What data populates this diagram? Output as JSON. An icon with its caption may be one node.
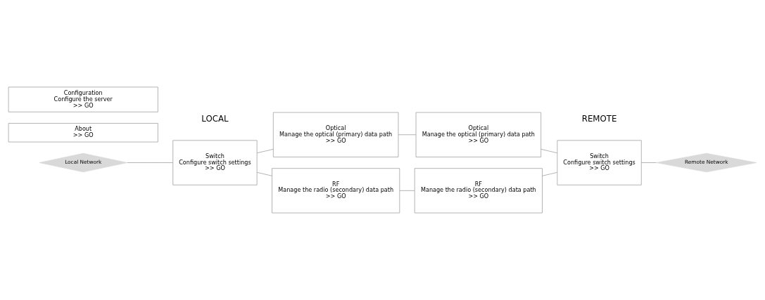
{
  "diagram": {
    "nodes": [
      {
        "text": [
          "Local Network"
        ]
      },
      {
        "text": [
          "Switch",
          "Configure switch settings",
          ">> GO"
        ]
      },
      {
        "text": [
          "Optical",
          "Manage the optical (primary) data path",
          ">> GO"
        ]
      },
      {
        "text": [
          "RF",
          "Manage the radio (secondary) data path",
          ">> GO"
        ]
      },
      {
        "text": [
          "Optical",
          "Manage the optical (primary) data path",
          ">> GO"
        ]
      },
      {
        "text": [
          "RF",
          "Manage the radio (secondary) data path",
          ">> GO"
        ]
      },
      {
        "text": [
          "Switch",
          "Configure switch settings",
          ">> GO"
        ]
      },
      {
        "text": [
          "Remote Network"
        ]
      },
      {
        "text": [
          "Configuration",
          "Configure the server",
          ">> GO"
        ]
      },
      {
        "text": [
          "About",
          ">> GO"
        ]
      }
    ],
    "edges": [
      {
        "from": 0,
        "to": 1,
        "arrow": "none"
      },
      {
        "from": 1,
        "to": 2,
        "arrow": "none"
      },
      {
        "from": 1,
        "to": 3,
        "arrow": "none"
      },
      {
        "from": 2,
        "to": 4,
        "arrow": "none"
      },
      {
        "from": 3,
        "to": 5,
        "arrow": "none"
      },
      {
        "from": 4,
        "to": 6,
        "arrow": "none"
      },
      {
        "from": 5,
        "to": 6,
        "arrow": "none"
      },
      {
        "from": 6,
        "to": 7,
        "arrow": "none"
      }
    ],
    "labels": [
      "LOCAL",
      "REMOTE"
    ]
  }
}
